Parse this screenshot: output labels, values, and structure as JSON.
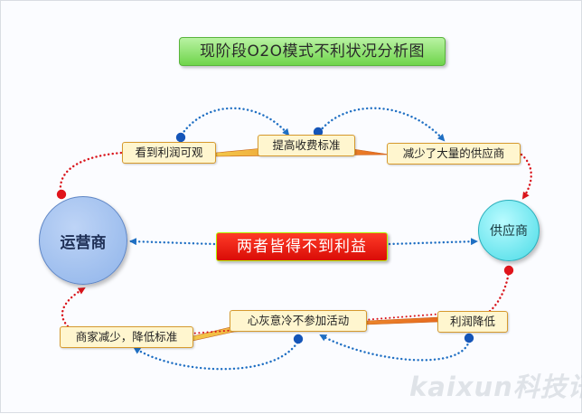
{
  "title": "现阶段O2O模式不利状况分析图",
  "nodes": {
    "operator": "运营商",
    "supplier": "供应商"
  },
  "center": "两者皆得不到利益",
  "labels": {
    "see_profit": "看到利润可观",
    "raise_fee": "提高收费标准",
    "reduce_supply": "减少了大量的供应商",
    "merchant_reduce": "商家减少，降低标准",
    "disheartened": "心灰意冷不参加活动",
    "profit_drop": "利润降低"
  },
  "watermark": "kaixun科技讯",
  "colors": {
    "title_green": "#6fd54b",
    "operator_blue": "#8fb4ea",
    "supplier_cyan": "#49dbe6",
    "center_red": "#e0140b",
    "label_fill": "#fff6cf",
    "label_border": "#d69a2e",
    "dotted_blue": "#1f6fc3",
    "dotted_red": "#d9141b",
    "dot_blue": "#1555b8",
    "dot_red": "#e0141b"
  }
}
